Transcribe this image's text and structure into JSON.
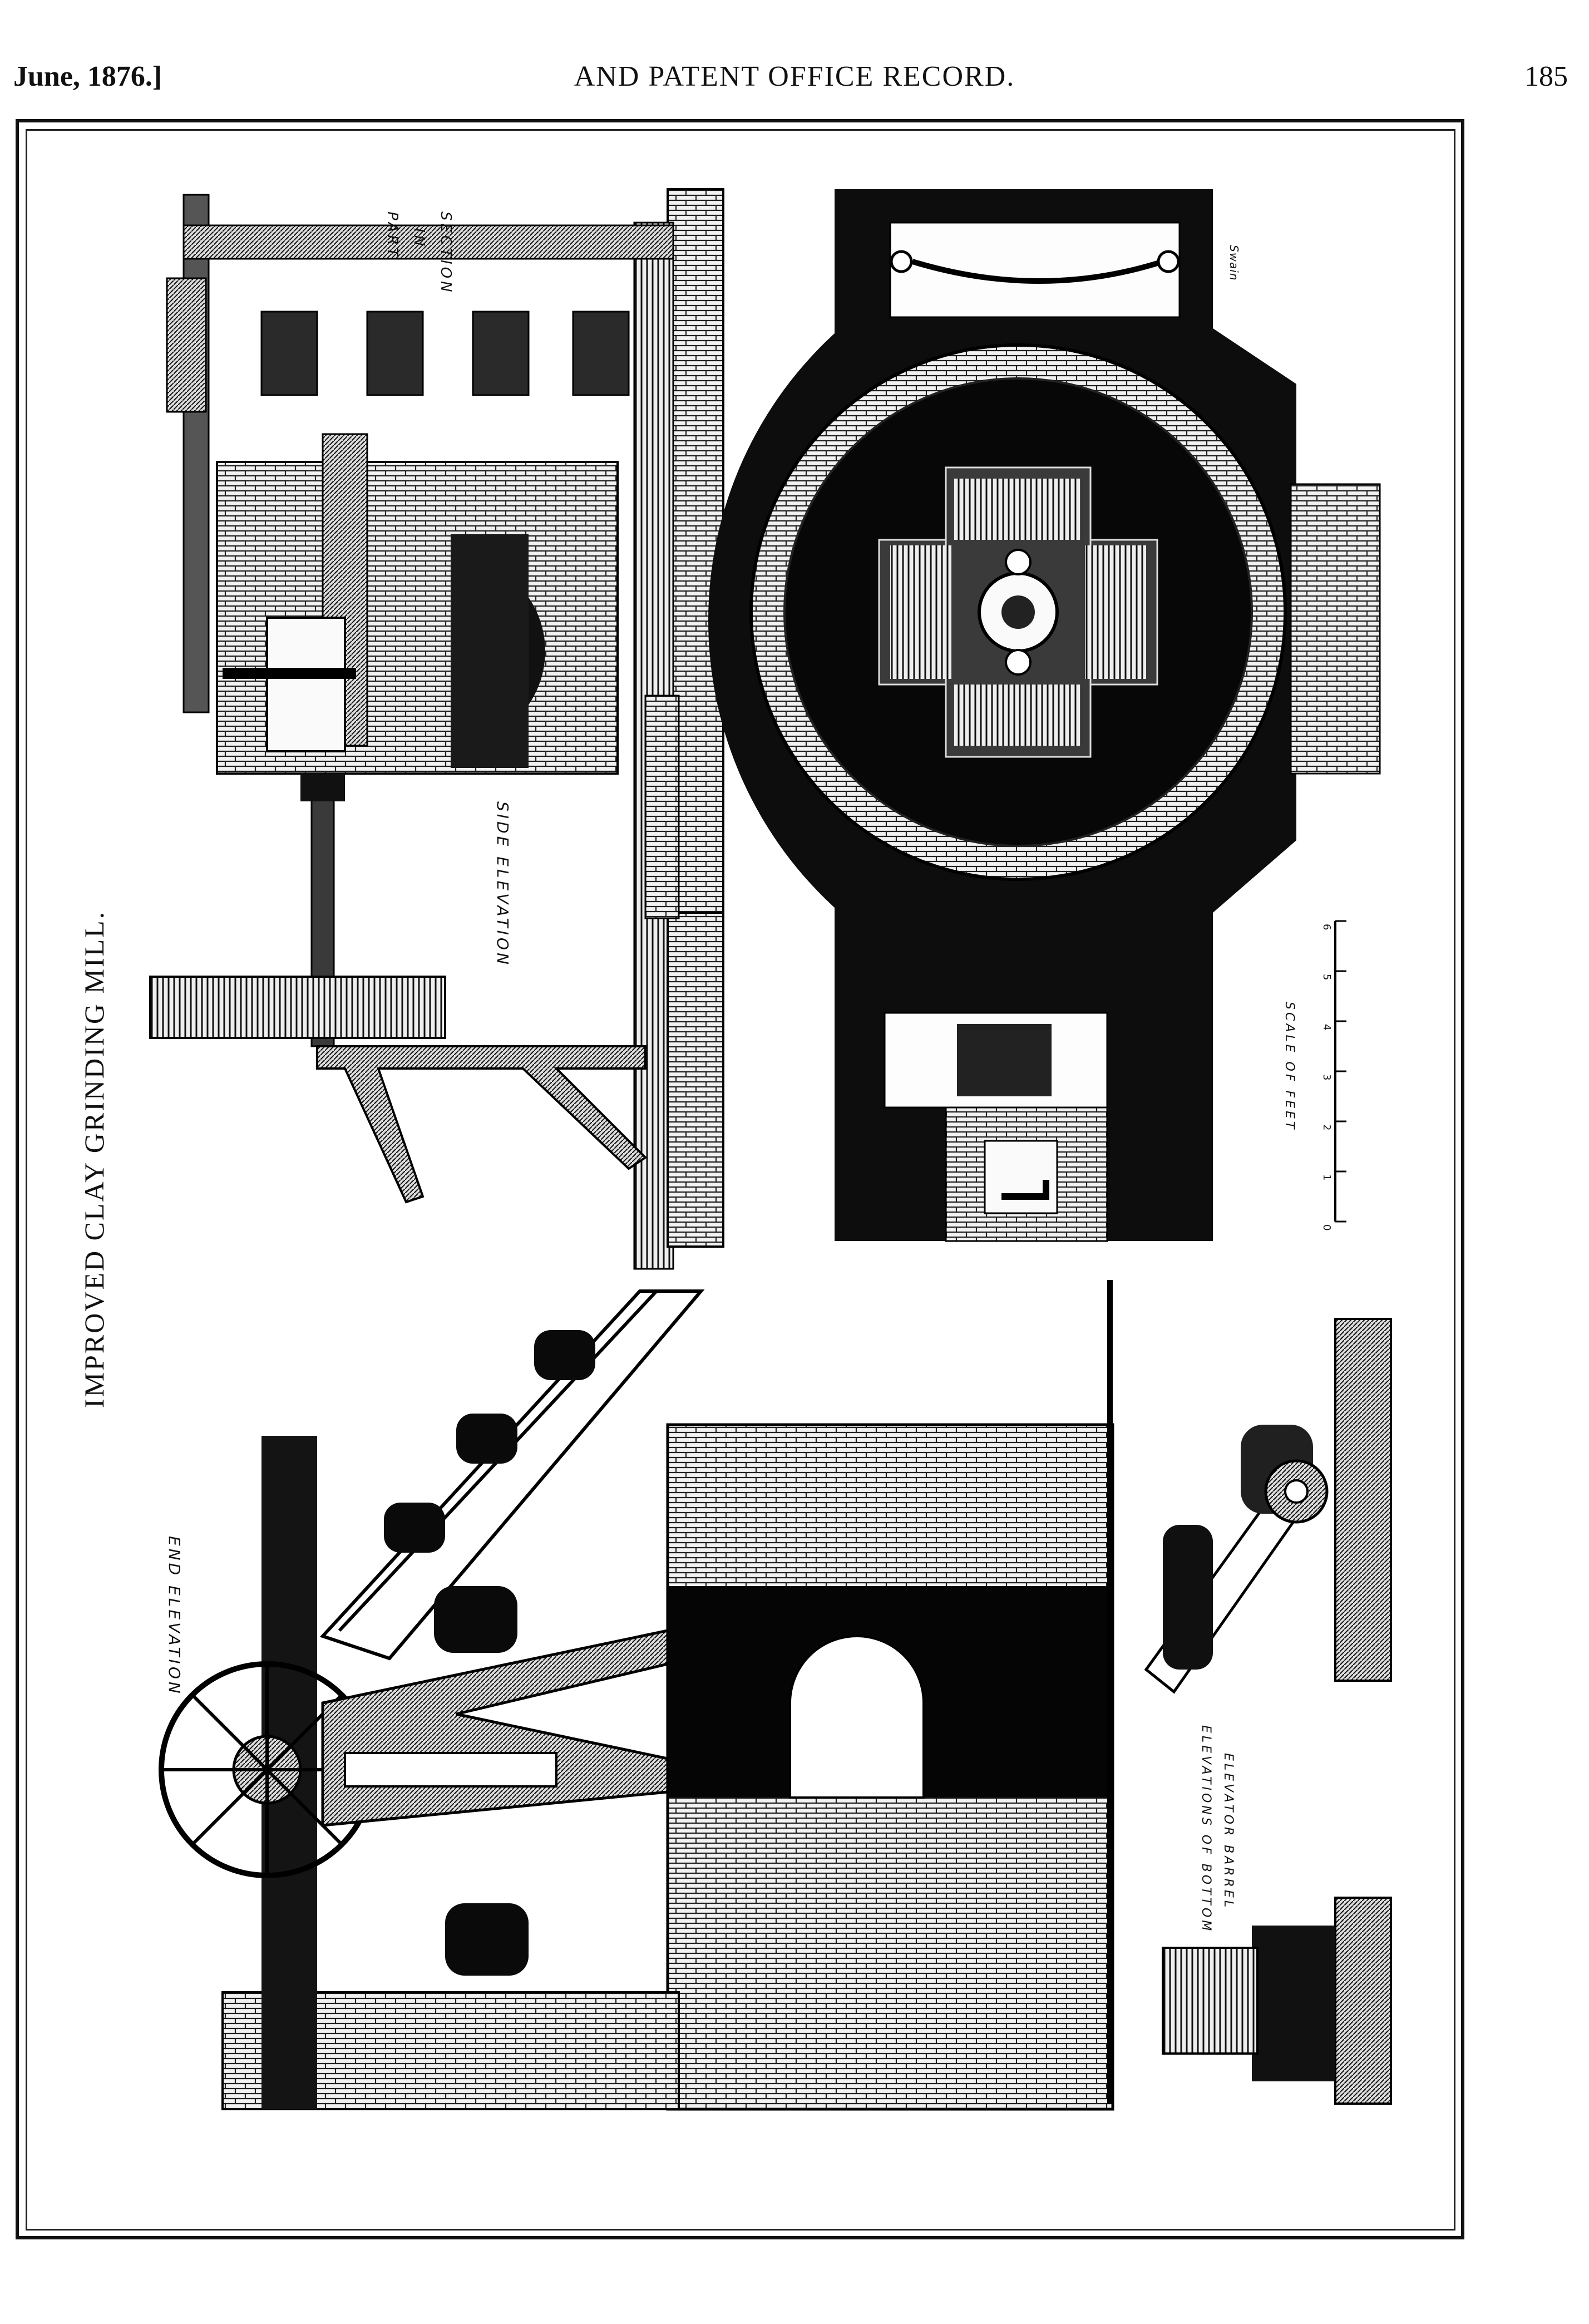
{
  "header": {
    "date": "June, 1876.]",
    "journal": "AND PATENT OFFICE RECORD.",
    "page_number": "185"
  },
  "plate": {
    "title": "IMPROVED CLAY GRINDING MILL.",
    "labels": {
      "part_in_section": [
        "PART",
        "IN",
        "SECTION"
      ],
      "side_elevation": "SIDE ELEVATION",
      "end_elevation": "END ELEVATION",
      "elevations_caption": [
        "ELEVATIONS OF BOTTOM",
        "ELEVATOR BARREL"
      ],
      "scale_caption": "SCALE OF FEET",
      "scale_numbers": [
        "0",
        "1",
        "2",
        "3",
        "4",
        "5",
        "6"
      ],
      "engraver_signature": "Swain"
    }
  }
}
